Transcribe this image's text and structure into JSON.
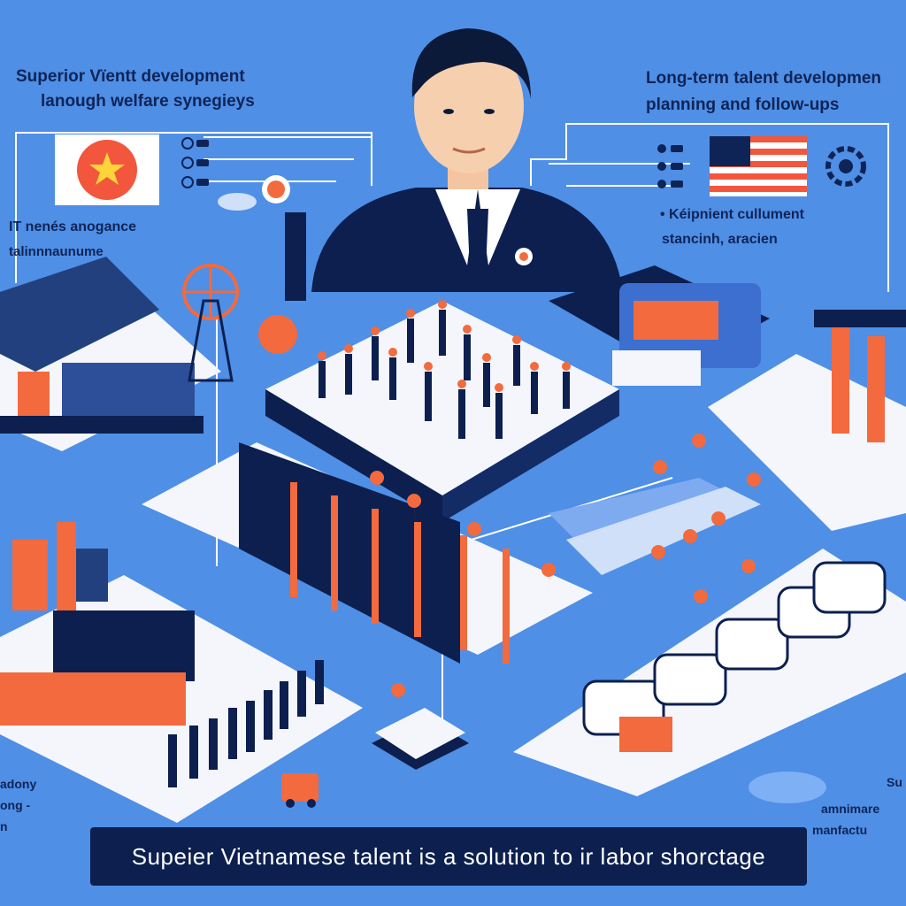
{
  "headings": {
    "top_left_line1": "Superior Vïentt development",
    "top_left_line2": "lanough welfare synegieys",
    "top_right_line1": "Long-term talent developmen",
    "top_right_line2": "planning and follow-ups",
    "mid_left_line1": "IT nenés anogance",
    "mid_left_line2": "talinnnaunume",
    "mid_right_line1": "• Kéipnient cullument",
    "mid_right_line2": "stancinh, aracien",
    "bottom_left_line1": "adony",
    "bottom_left_line2": "ong -",
    "bottom_left_line3": "n",
    "bottom_right_line1": "Su",
    "bottom_right_line2": "amnimare",
    "bottom_right_line3": "manfactu"
  },
  "banner": {
    "text": "Supeier Vietnamese talent is a solution to ir labor shorctage"
  },
  "colors": {
    "background": "#4f8fe6",
    "navy": "#0f2456",
    "accent_orange": "#f26a3d",
    "platform_white": "#f4f6fb"
  },
  "icons": [
    "vietnam-flag-icon",
    "usa-flag-icon",
    "checklist-icon",
    "gear-icon",
    "location-pin-icon"
  ]
}
